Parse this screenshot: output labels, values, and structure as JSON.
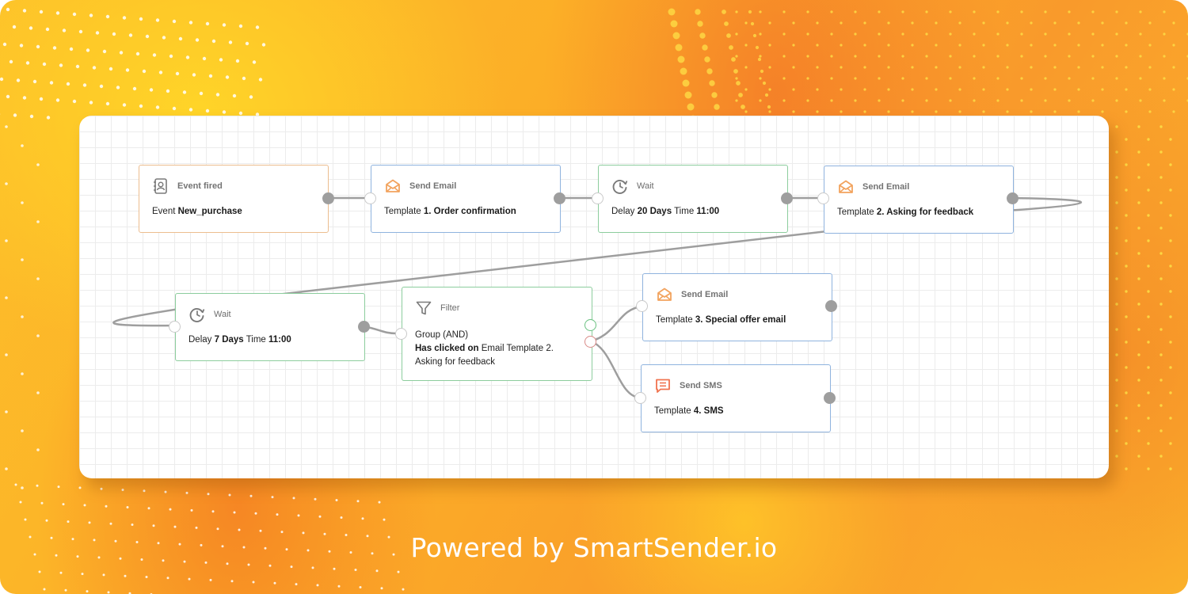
{
  "colors": {
    "email_icon": "#f2a35e",
    "sms_icon": "#f0734f",
    "neutral_icon": "#7a7a7a",
    "event_border": "#ecbd8f",
    "email_border": "#8fb3de",
    "wait_border": "#8ccd9d",
    "yes_port": "#6ac180",
    "no_port": "#d98a87",
    "wire": "#9e9e9e"
  },
  "nodes": [
    {
      "id": "event",
      "type": "Event fired",
      "icon": "contact-book-icon",
      "body_prefix": "Event ",
      "body_bold": "New_purchase"
    },
    {
      "id": "email1",
      "type": "Send Email",
      "icon": "open-envelope-icon",
      "body_prefix": "Template ",
      "body_bold": "1. Order confirmation"
    },
    {
      "id": "wait1",
      "type": "Wait",
      "icon": "clock-rotate-icon",
      "parts": [
        "Delay ",
        "20 Days",
        " Time ",
        "11:00"
      ]
    },
    {
      "id": "email2",
      "type": "Send Email",
      "icon": "open-envelope-icon",
      "body_prefix": "Template ",
      "body_bold": "2. Asking for feedback"
    },
    {
      "id": "wait2",
      "type": "Wait",
      "icon": "clock-rotate-icon",
      "parts": [
        "Delay ",
        "7 Days",
        " Time ",
        "11:00"
      ]
    },
    {
      "id": "filter",
      "type": "Filter",
      "icon": "funnel-icon",
      "group": "Group (AND)",
      "cond_bold": "Has clicked on",
      "cond_rest": " Email Template 2.",
      "cond_line2": "Asking for feedback"
    },
    {
      "id": "email3",
      "type": "Send Email",
      "icon": "open-envelope-icon",
      "body_prefix": "Template ",
      "body_bold": "3. Special offer email"
    },
    {
      "id": "sms",
      "type": "Send SMS",
      "icon": "chat-message-icon",
      "body_prefix": "Template ",
      "body_bold": "4. SMS"
    }
  ],
  "connections": [
    [
      "event",
      "email1"
    ],
    [
      "email1",
      "wait1"
    ],
    [
      "wait1",
      "email2"
    ],
    [
      "email2",
      "wait2"
    ],
    [
      "wait2",
      "filter"
    ],
    [
      "filter:no",
      "email3"
    ],
    [
      "filter:no",
      "sms"
    ]
  ],
  "footer": "Powered by SmartSender.io"
}
